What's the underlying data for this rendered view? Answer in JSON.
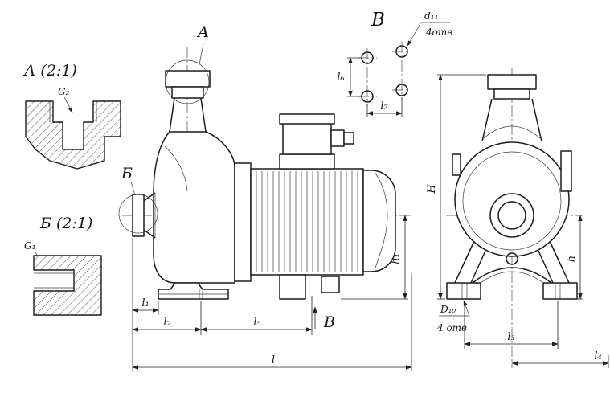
{
  "drawing": {
    "detail_a": {
      "title": "А (2:1)",
      "thread_label": "G₂"
    },
    "detail_b": {
      "title": "Б (2:1)",
      "thread_label": "G₁"
    },
    "side_view": {
      "callout_a": "А",
      "callout_b": "Б",
      "view_arrow_label": "В",
      "dims": {
        "l1": "l₁",
        "l2": "l₂",
        "l5": "l₅",
        "l": "l",
        "h1": "h₁"
      }
    },
    "view_v": {
      "title": "В",
      "hole_dia_label": "d₁₁",
      "hole_count_note": "4отв",
      "dims": {
        "l6": "l₆",
        "l7": "l₇"
      }
    },
    "front_view": {
      "hole_count_note": "4 отв",
      "dims": {
        "H": "H",
        "h": "h",
        "D10": "D₁₀",
        "l3": "l₃",
        "l4": "l₄"
      }
    }
  }
}
